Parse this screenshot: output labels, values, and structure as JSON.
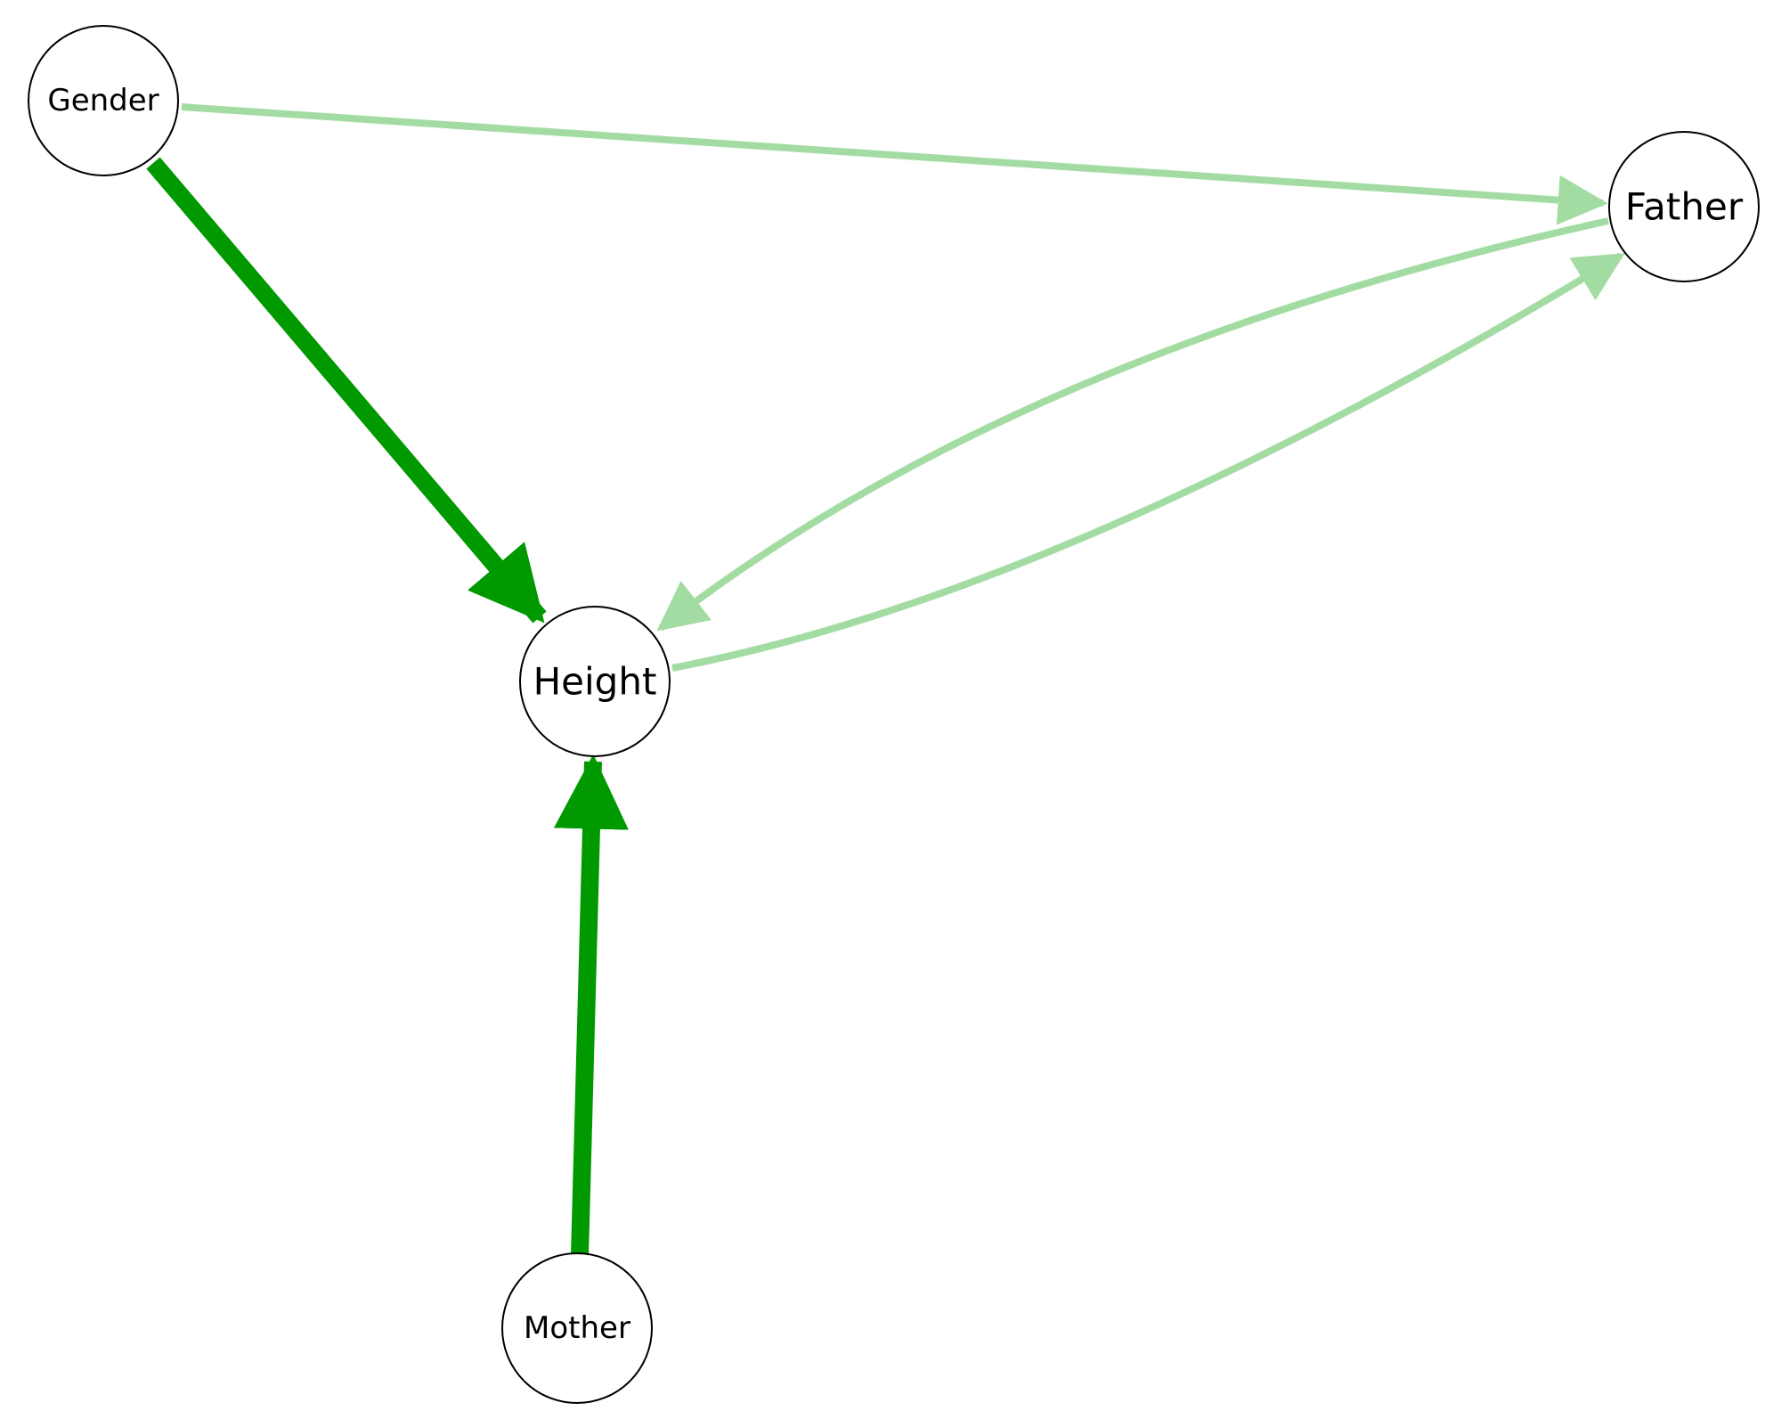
{
  "graph": {
    "nodes": {
      "gender": {
        "label": "Gender"
      },
      "father": {
        "label": "Father"
      },
      "height": {
        "label": "Height"
      },
      "mother": {
        "label": "Mother"
      }
    },
    "edges": [
      {
        "from": "Gender",
        "to": "Height",
        "strength": "strong",
        "color": "#009900"
      },
      {
        "from": "Mother",
        "to": "Height",
        "strength": "strong",
        "color": "#009900"
      },
      {
        "from": "Gender",
        "to": "Father",
        "strength": "weak",
        "color": "#a3dca3"
      },
      {
        "from": "Father",
        "to": "Height",
        "strength": "weak",
        "color": "#a3dca3"
      },
      {
        "from": "Height",
        "to": "Father",
        "strength": "weak",
        "color": "#a3dca3"
      }
    ]
  }
}
